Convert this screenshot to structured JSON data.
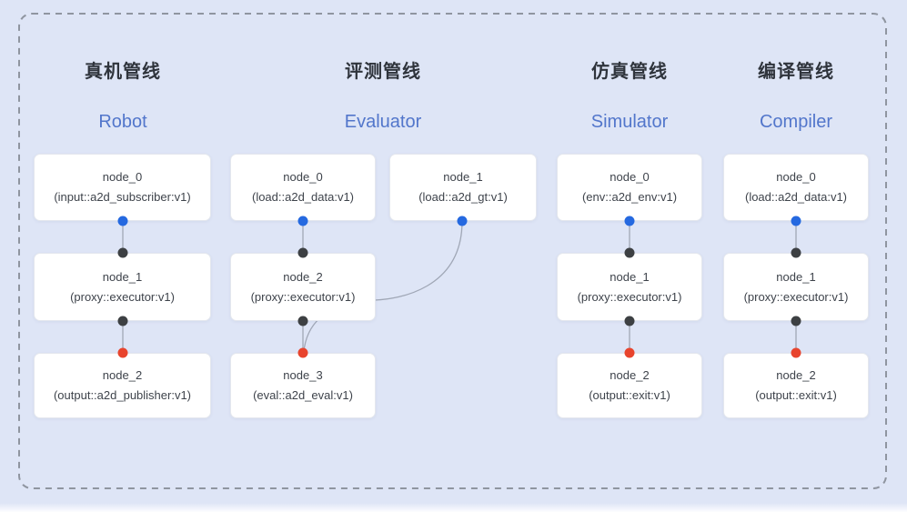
{
  "colors": {
    "background": "#dee5f6",
    "dashed_border": "#8f95a0",
    "box_background": "#ffffff",
    "box_border": "#e4e7ee",
    "title_zh_color": "#2f343c",
    "title_en_color": "#5276cb",
    "node_text_color": "#3e434b",
    "edge_line": "#a0a7b6",
    "port_source_dot": "#2569e0",
    "port_proxy_dot": "#3d4043",
    "port_sink_dot": "#e8442d"
  },
  "pipelines": [
    {
      "title_zh": "真机管线",
      "title_en": "Robot",
      "nodes": [
        {
          "name": "node_0",
          "type": "(input::a2d_subscriber:v1)"
        },
        {
          "name": "node_1",
          "type": "(proxy::executor:v1)"
        },
        {
          "name": "node_2",
          "type": "(output::a2d_publisher:v1)"
        }
      ],
      "connections": [
        "node_0 -> node_1",
        "node_1 -> node_2"
      ]
    },
    {
      "title_zh": "评测管线",
      "title_en": "Evaluator",
      "nodes": [
        {
          "name": "node_0",
          "type": "(load::a2d_data:v1)"
        },
        {
          "name": "node_1",
          "type": "(load::a2d_gt:v1)"
        },
        {
          "name": "node_2",
          "type": "(proxy::executor:v1)"
        },
        {
          "name": "node_3",
          "type": "(eval::a2d_eval:v1)"
        }
      ],
      "connections": [
        "node_0 -> node_2",
        "node_2 -> node_3",
        "node_1 -> node_3"
      ]
    },
    {
      "title_zh": "仿真管线",
      "title_en": "Simulator",
      "nodes": [
        {
          "name": "node_0",
          "type": "(env::a2d_env:v1)"
        },
        {
          "name": "node_1",
          "type": "(proxy::executor:v1)"
        },
        {
          "name": "node_2",
          "type": "(output::exit:v1)"
        }
      ],
      "connections": [
        "node_0 -> node_1",
        "node_1 -> node_2"
      ]
    },
    {
      "title_zh": "编译管线",
      "title_en": "Compiler",
      "nodes": [
        {
          "name": "node_0",
          "type": "(load::a2d_data:v1)"
        },
        {
          "name": "node_1",
          "type": "(proxy::executor:v1)"
        },
        {
          "name": "node_2",
          "type": "(output::exit:v1)"
        }
      ],
      "connections": [
        "node_0 -> node_1",
        "node_1 -> node_2"
      ]
    }
  ]
}
